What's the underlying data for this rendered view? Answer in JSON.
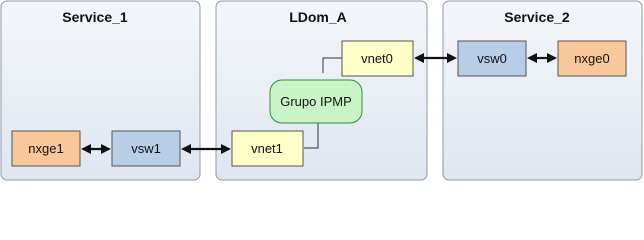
{
  "colors": {
    "panel_fill": "#e6ecf4",
    "panel_stroke": "#8d99a8",
    "nxge_fill": "#f8c79a",
    "vsw_fill": "#b8cde6",
    "vnet_fill": "#feffc8",
    "ipmp_fill": "#c9f5c6",
    "ipmp_stroke": "#2f8a3c",
    "connector": "#111111"
  },
  "panels": {
    "service1": {
      "title": "Service_1"
    },
    "ldom": {
      "title": "LDom_A"
    },
    "service2": {
      "title": "Service_2"
    }
  },
  "nodes": {
    "nxge1": "nxge1",
    "vsw1": "vsw1",
    "vnet1": "vnet1",
    "ipmp": "Grupo IPMP",
    "vnet0": "vnet0",
    "vsw0": "vsw0",
    "nxge0": "nxge0"
  }
}
